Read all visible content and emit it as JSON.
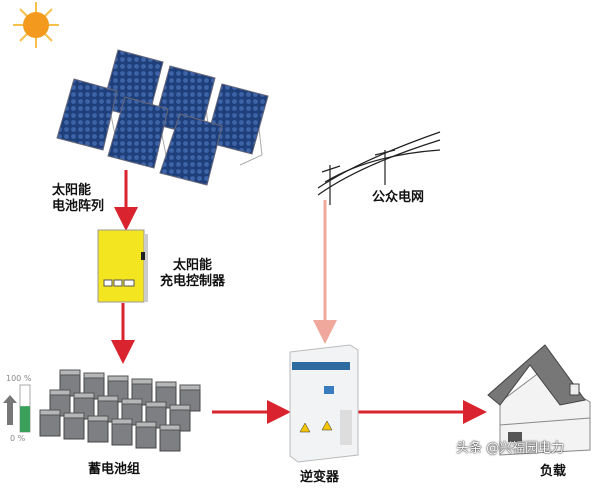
{
  "labels": {
    "solar_array": [
      "太阳能",
      "电池阵列"
    ],
    "charge_controller": [
      "太阳能",
      "充电控制器"
    ],
    "public_grid": "公众电网",
    "battery_bank": "蓄电池组",
    "inverter": "逆变器",
    "load": "负载"
  },
  "battery_gauge": {
    "top_label": "100 %",
    "bottom_label": "0 %",
    "level_percent": 55
  },
  "watermark": "头条 @兴福园电力",
  "colors": {
    "flow_arrow": "#d9232e",
    "grid_arrow": "#f0a79c",
    "panel": "#1f3f7a",
    "controller": "#f3e520",
    "battery_fill": "#3aa05a",
    "sun": "#f39a1e"
  }
}
